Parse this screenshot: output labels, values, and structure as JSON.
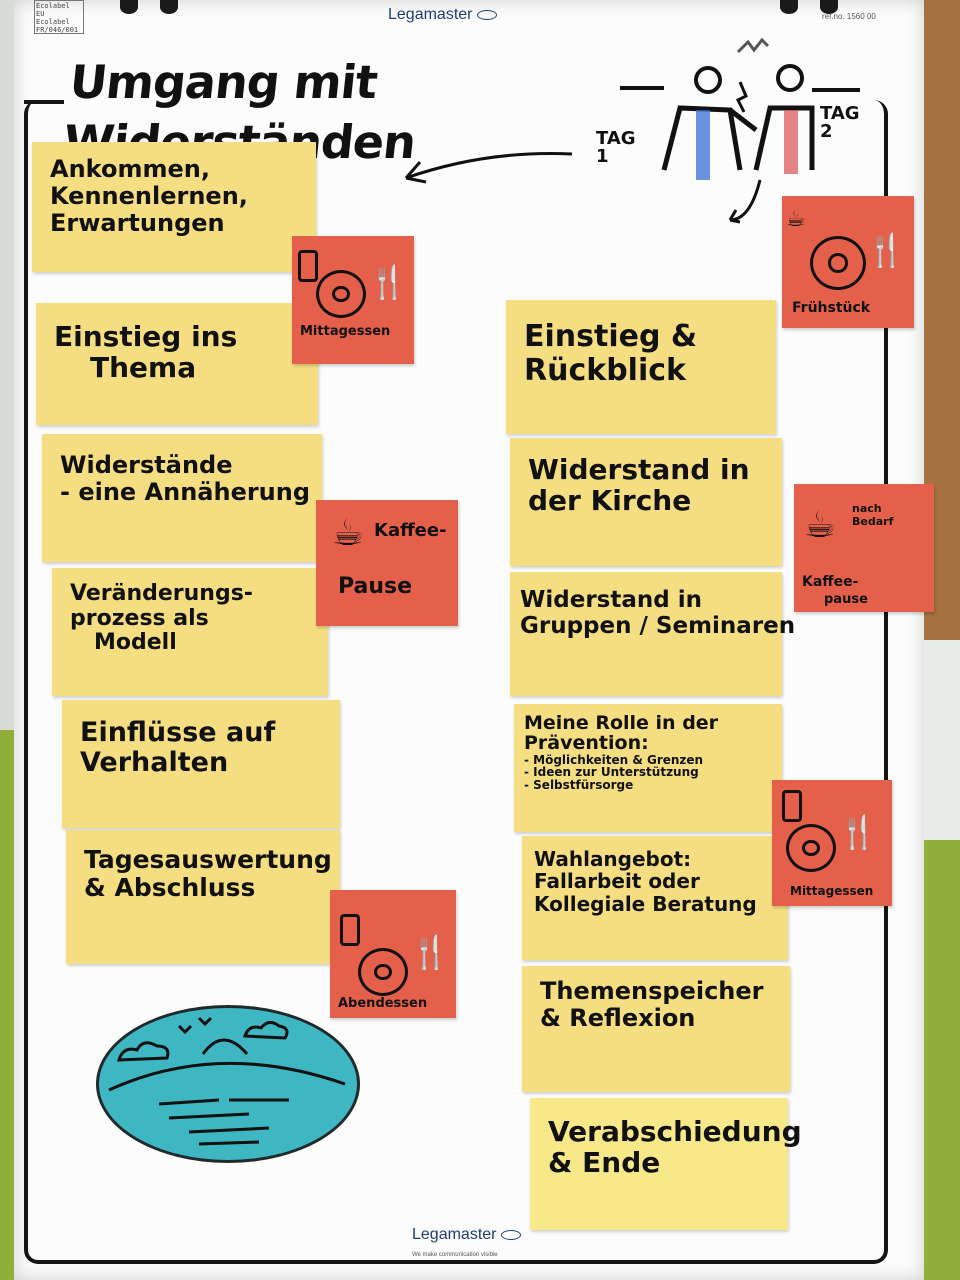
{
  "header": {
    "brand": "Legamaster",
    "ecolabel": "Ecolabel EU Ecolabel FR/046/001",
    "ref": "ref.no. 1560 00",
    "footer_brand": "Legamaster",
    "footer_tagline": "We make communication visible"
  },
  "title": "Umgang mit Widerständen",
  "days": {
    "day1": "TAG 1",
    "day2": "TAG 2"
  },
  "left_notes": [
    {
      "lines": [
        "Ankommen,",
        "Kennenlernen,",
        "Erwartungen"
      ]
    },
    {
      "lines": [
        "Einstieg ins",
        "Thema"
      ]
    },
    {
      "lines": [
        "Widerstände",
        "- eine Annäherung"
      ]
    },
    {
      "lines": [
        "Veränderungs-",
        "prozess als",
        "Modell"
      ]
    },
    {
      "lines": [
        "Einflüsse auf",
        "Verhalten"
      ]
    },
    {
      "lines": [
        "Tagesauswertung",
        "& Abschluss"
      ]
    }
  ],
  "right_notes": [
    {
      "lines": [
        "Einstieg &",
        "Rückblick"
      ]
    },
    {
      "lines": [
        "Widerstand in",
        "der Kirche"
      ]
    },
    {
      "lines": [
        "Widerstand in",
        "Gruppen / Seminaren"
      ]
    },
    {
      "lines": [
        "Meine Rolle in der",
        "Prävention:",
        "- Möglichkeiten & Grenzen",
        "- Ideen zur Unterstützung",
        "- Selbstfürsorge"
      ]
    },
    {
      "lines": [
        "Wahlangebot:",
        "Fallarbeit oder",
        "Kollegiale Beratung"
      ]
    },
    {
      "lines": [
        "Themenspeicher",
        "& Reflexion"
      ]
    },
    {
      "lines": [
        "Verabschiedung",
        "& Ende"
      ]
    }
  ],
  "breaks": {
    "mittagessen1": "Mittagessen",
    "kaffee1_a": "Kaffee-",
    "kaffee1_b": "Pause",
    "abendessen": "Abendessen",
    "fruehstueck": "Frühstück",
    "kaffee2_top": "nach Bedarf",
    "kaffee2_a": "Kaffee-",
    "kaffee2_b": "pause",
    "mittagessen2": "Mittagessen"
  },
  "icons": {
    "meal": "plate-cutlery-icon",
    "coffee": "coffee-cup-icon",
    "sunset": "island-sunset-icon"
  },
  "colors": {
    "yellow": "#f5de82",
    "red": "#e5604b",
    "teal": "#3fb7c3"
  }
}
